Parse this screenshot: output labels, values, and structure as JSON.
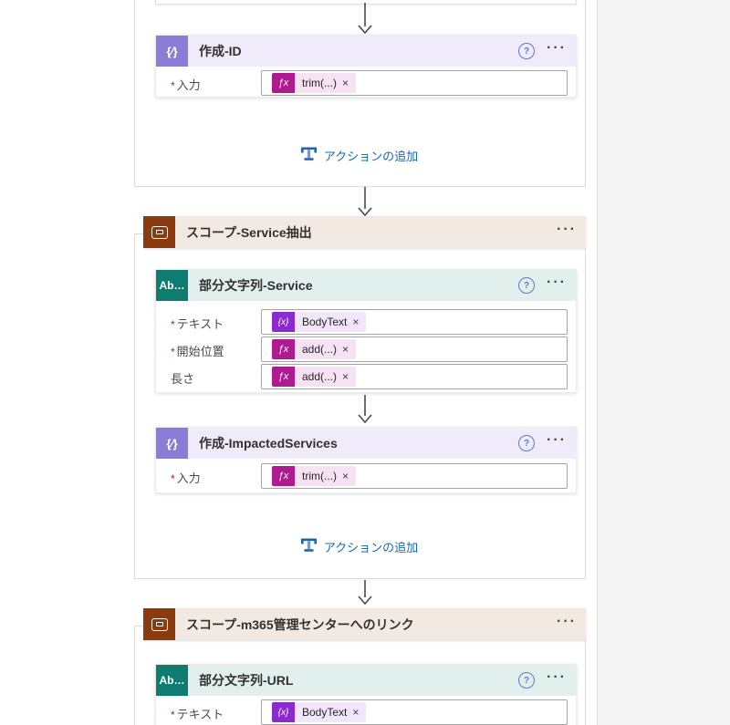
{
  "glyphs": {
    "required": "*",
    "close": "×",
    "help": "?",
    "more": "···",
    "fx": "ƒx",
    "variable": "{x}",
    "compose": "{∕}",
    "text_fn": "Ab…"
  },
  "add_action": {
    "label": "アクションの追加"
  },
  "nodes": {
    "compose_id": {
      "title": "作成-ID",
      "field": {
        "label": "入力",
        "pill_text": "trim(...)"
      }
    },
    "scope_service": {
      "title": "スコープ-Service抽出"
    },
    "substring_service": {
      "title": "部分文字列-Service",
      "fields": [
        {
          "label": "テキスト",
          "pill_text": "BodyText"
        },
        {
          "label": "開始位置",
          "pill_text": "add(...)"
        },
        {
          "label": "長さ",
          "pill_text": "add(...)"
        }
      ]
    },
    "compose_impacted": {
      "title": "作成-ImpactedServices",
      "field": {
        "label": "入力",
        "pill_text": "trim(...)"
      }
    },
    "scope_m365": {
      "title": "スコープ-m365管理センターへのリンク"
    },
    "substring_url": {
      "title": "部分文字列-URL",
      "field": {
        "label": "テキスト",
        "pill_text": "BodyText"
      }
    }
  },
  "colors": {
    "compose_tile": "#8a7cd7",
    "compose_header": "#efebfa",
    "scope_tile": "#8a3b0f",
    "scope_header": "#f2e9e2",
    "text_fn_tile": "#0e7c71",
    "text_fn_header": "#e1f0ec",
    "fx_tile": "#ae1a8f",
    "fx_pill_bg": "#f7e2f3",
    "variable_tile": "#8a2bd0",
    "variable_pill_bg": "#f1e6fb",
    "link_blue": "#1668b4",
    "canvas_gutter": "#f5f4f4"
  }
}
